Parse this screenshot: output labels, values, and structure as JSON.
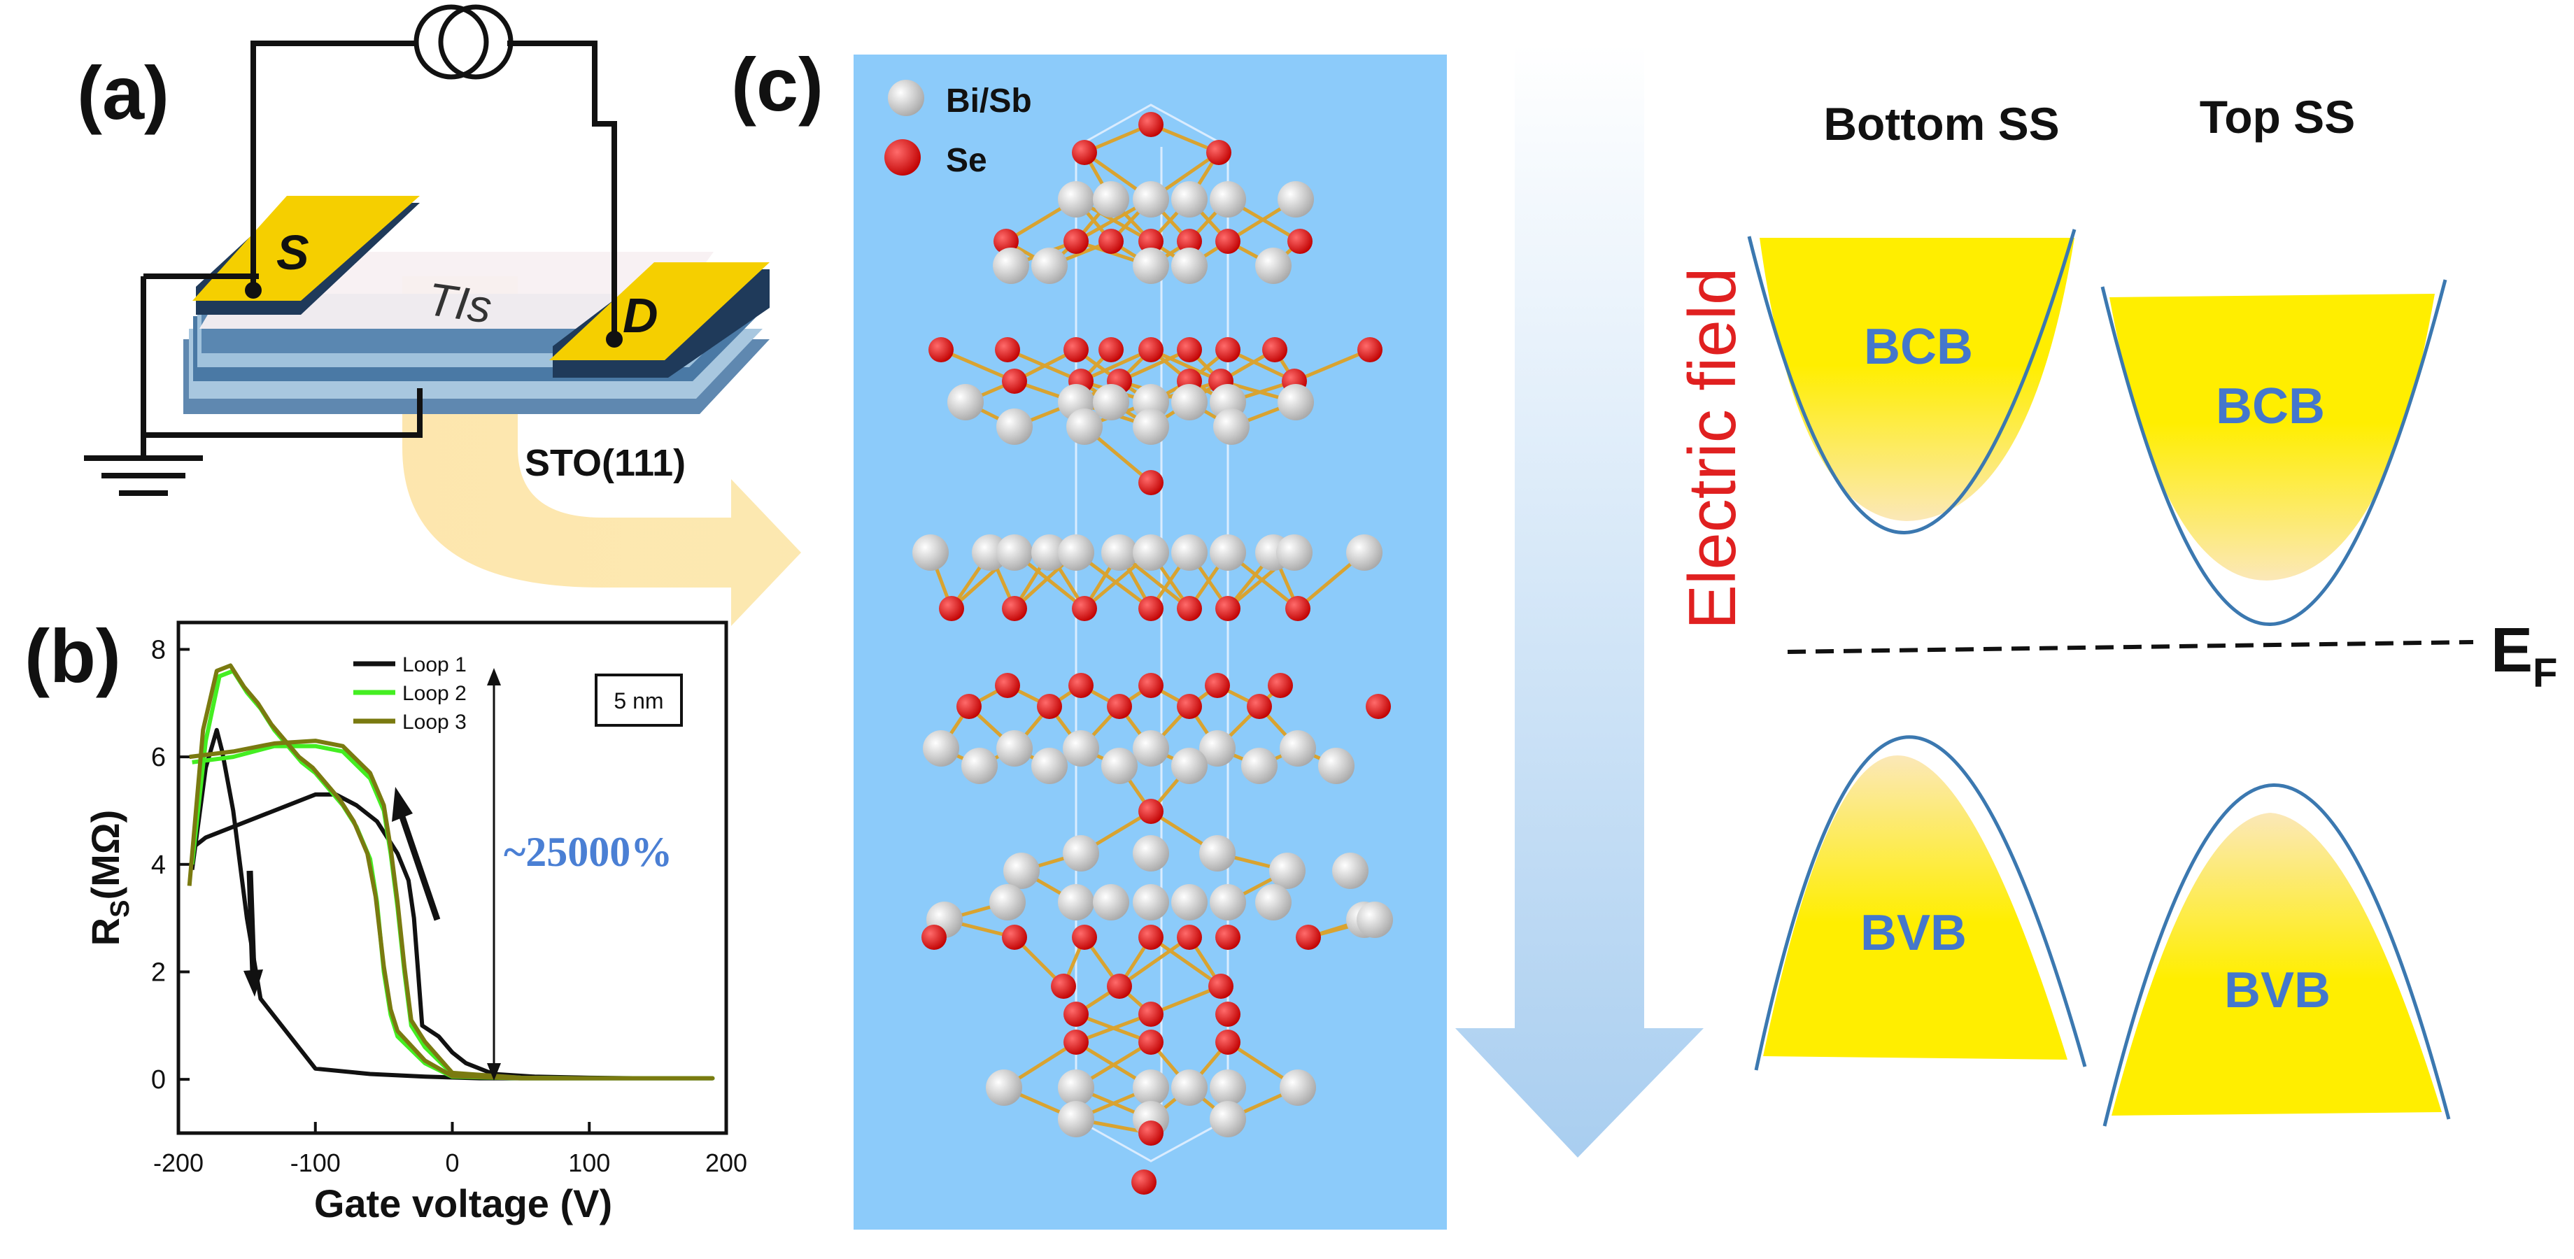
{
  "panels": {
    "a": {
      "label": "(a)",
      "source_label": "S",
      "drain_label": "D",
      "channel_label": "TIs",
      "substrate_label": "STO(111)"
    },
    "b": {
      "label": "(b)",
      "legend": [
        "Loop 1",
        "Loop 2",
        "Loop 3"
      ],
      "thickness_box": "5 nm",
      "annotation": "~25000%"
    },
    "c": {
      "label": "(c)",
      "atom_legend": [
        "Bi/Sb",
        "Se"
      ],
      "field_label": "Electric field",
      "bottom_title": "Bottom SS",
      "top_title": "Top SS",
      "band_labels": {
        "bcb": "BCB",
        "bvb": "BVB"
      },
      "fermi_main": "E",
      "fermi_sub": "F"
    }
  },
  "colors": {
    "crystal_bg": "#8ccbfa",
    "bi_sb_atom": "#d8d8d8",
    "se_atom": "#e01010",
    "band_fill": "#ffee00",
    "band_curve": "#3b78b0",
    "band_text": "#4477cc",
    "field_text": "#e02020",
    "annotation": "#4a7fd4",
    "electrode": "#f5cf00",
    "loop1": "#111111",
    "loop2": "#44ee22",
    "loop3": "#7a7a10"
  },
  "chart_data": {
    "type": "line",
    "xlabel": "Gate voltage (V)",
    "ylabel_main": "R",
    "ylabel_sub": "S",
    "ylabel_unit": "(MΩ)",
    "xlim": [
      -200,
      200
    ],
    "ylim": [
      -1,
      8.5
    ],
    "xticks": [
      -200,
      -100,
      0,
      100,
      200
    ],
    "yticks": [
      0,
      2,
      4,
      6,
      8
    ],
    "series": [
      {
        "name": "Loop 1",
        "x": [
          -190,
          -180,
          -172,
          -168,
          -160,
          -150,
          -140,
          -100,
          -60,
          -20,
          20,
          60,
          100,
          140,
          190,
          140,
          100,
          60,
          30,
          10,
          0,
          -10,
          -22,
          -25,
          -28,
          -32,
          -40,
          -55,
          -70,
          -85,
          -100,
          -120,
          -150,
          -180,
          -190
        ],
        "y": [
          3.9,
          5.8,
          6.5,
          6.1,
          5.0,
          3.0,
          1.5,
          0.2,
          0.1,
          0.05,
          0.02,
          0.02,
          0.02,
          0.02,
          0.02,
          0.02,
          0.03,
          0.05,
          0.1,
          0.3,
          0.5,
          0.8,
          1.0,
          2.0,
          3.0,
          3.7,
          4.2,
          4.8,
          5.1,
          5.3,
          5.3,
          5.1,
          4.8,
          4.5,
          4.3
        ]
      },
      {
        "name": "Loop 2",
        "x": [
          -190,
          -180,
          -170,
          -160,
          -150,
          -140,
          -130,
          -120,
          -110,
          -100,
          -90,
          -80,
          -70,
          -60,
          -55,
          -50,
          -45,
          -40,
          -20,
          0,
          50,
          100,
          150,
          190,
          150,
          100,
          50,
          0,
          -20,
          -30,
          -35,
          -40,
          -45,
          -50,
          -60,
          -80,
          -100,
          -130,
          -160,
          -190
        ],
        "y": [
          4.0,
          6.3,
          7.5,
          7.6,
          7.2,
          6.9,
          6.5,
          6.2,
          5.9,
          5.7,
          5.4,
          5.1,
          4.7,
          4.1,
          3.3,
          2.0,
          1.2,
          0.8,
          0.3,
          0.05,
          0.02,
          0.02,
          0.02,
          0.02,
          0.02,
          0.02,
          0.03,
          0.1,
          0.6,
          1.0,
          2.0,
          3.2,
          4.2,
          5.0,
          5.6,
          6.1,
          6.2,
          6.2,
          6.0,
          5.9
        ]
      },
      {
        "name": "Loop 3",
        "x": [
          -192,
          -182,
          -172,
          -162,
          -152,
          -142,
          -132,
          -122,
          -112,
          -102,
          -92,
          -82,
          -72,
          -62,
          -56,
          -50,
          -45,
          -40,
          -20,
          0,
          50,
          100,
          150,
          190,
          150,
          100,
          50,
          0,
          -20,
          -30,
          -35,
          -40,
          -45,
          -50,
          -60,
          -80,
          -100,
          -130,
          -160,
          -192
        ],
        "y": [
          3.6,
          6.5,
          7.6,
          7.7,
          7.3,
          7.0,
          6.6,
          6.3,
          6.0,
          5.8,
          5.5,
          5.2,
          4.8,
          4.2,
          3.4,
          2.1,
          1.3,
          0.9,
          0.35,
          0.06,
          0.02,
          0.02,
          0.02,
          0.02,
          0.02,
          0.02,
          0.03,
          0.12,
          0.7,
          1.1,
          2.1,
          3.3,
          4.3,
          5.1,
          5.7,
          6.2,
          6.3,
          6.25,
          6.1,
          6.0
        ]
      }
    ]
  }
}
